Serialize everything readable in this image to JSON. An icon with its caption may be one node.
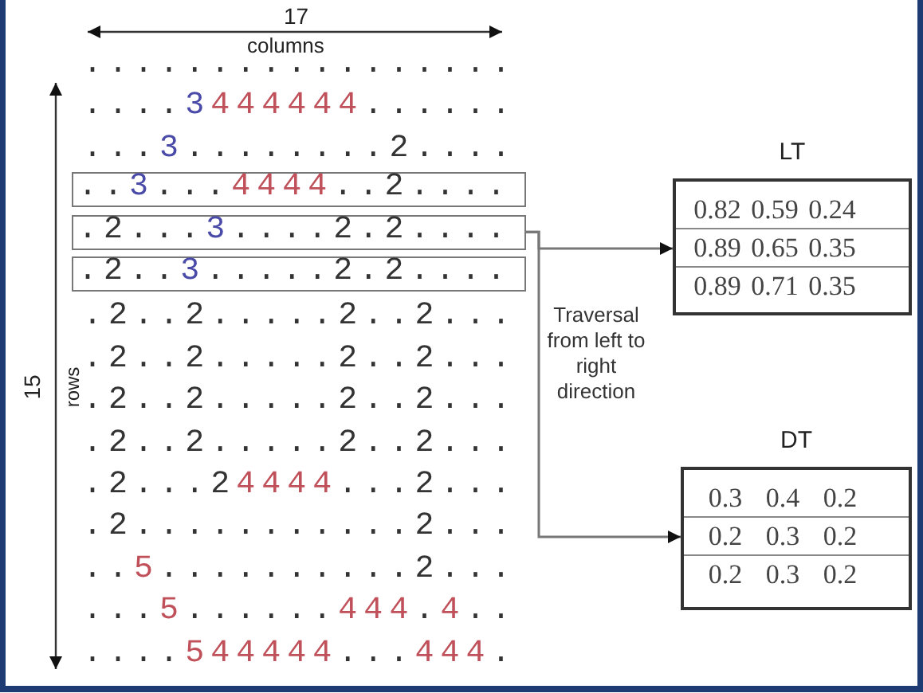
{
  "diagram": {
    "nodes": [
      {
        "text": [
          "..3...4444..2...."
        ]
      },
      {
        "text": [
          ".2...3....2.2...."
        ]
      },
      {
        "text": [
          ".2..3.....2.2...."
        ]
      },
      {
        "text": [
          "LT",
          "0.82",
          "0.59",
          "0.24",
          "0.89",
          "0.65",
          "0.35",
          "0.89",
          "0.71",
          "0.35"
        ]
      },
      {
        "text": [
          "DT",
          "0.3",
          "0.4",
          "0.2",
          "0.2",
          "0.3",
          "0.2",
          "0.2",
          "0.3",
          "0.2"
        ]
      }
    ],
    "edges": [
      {
        "from": 1,
        "to": 3,
        "arrow": "to"
      },
      {
        "from": 1,
        "to": 4,
        "arrow": "to",
        "label": "Traversal from left to right direction"
      }
    ],
    "labels": [
      "17",
      "columns",
      "15",
      "rows",
      ".................",
      "....3444444......",
      "...3........2....",
      ".2..2.....2..2...",
      ".2..2.....2..2...",
      ".2..2.....2..2...",
      ".2..2.....2..2...",
      ".2...24444...2...",
      ".2...........2...",
      "..5..........2...",
      "...5......444.4..",
      "....544444...444."
    ]
  }
}
